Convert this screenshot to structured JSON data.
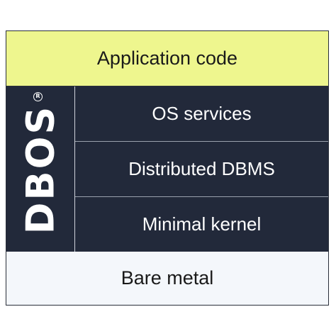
{
  "layers": {
    "application": "Application code",
    "dbos": {
      "logo": "DBOS",
      "registered_mark": "R",
      "sublayers": [
        "OS services",
        "Distributed DBMS",
        "Minimal kernel"
      ]
    },
    "bare_metal": "Bare metal"
  },
  "colors": {
    "application_bg": "#eef68e",
    "dbos_bg": "#22293a",
    "bare_metal_bg": "#f4f7fb",
    "dbos_text": "#ffffff",
    "dark_text": "#1a1a1a"
  }
}
